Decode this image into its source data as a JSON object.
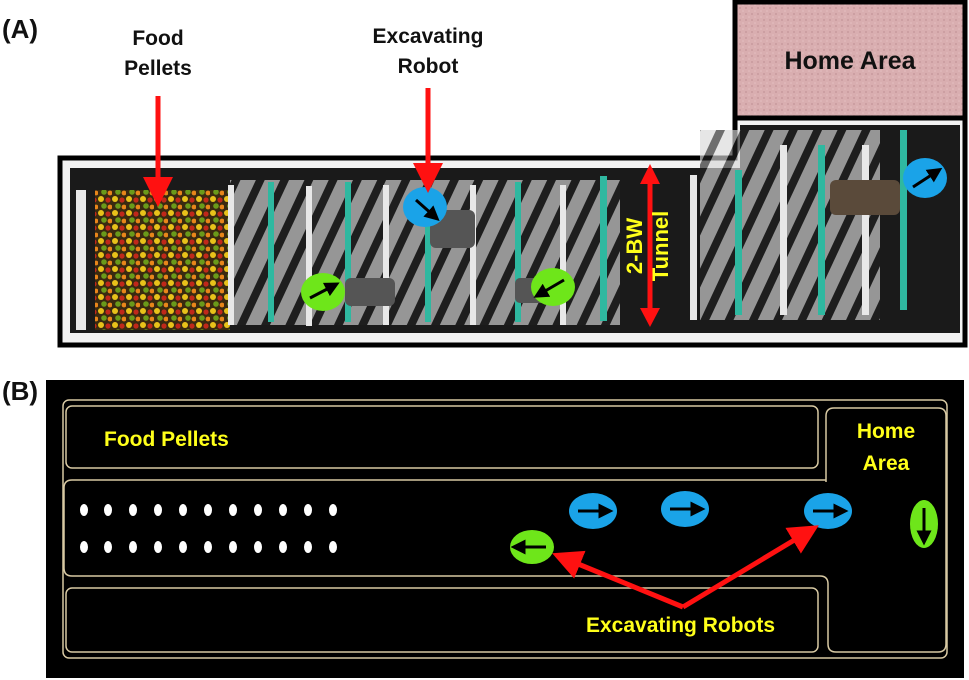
{
  "panel_a": {
    "tag": "(A)",
    "food_label_line1": "Food",
    "food_label_line2": "Pellets",
    "robot_label_line1": "Excavating",
    "robot_label_line2": "Robot",
    "home_label": "Home Area",
    "tunnel_label_line1": "2-BW",
    "tunnel_label_line2": "Tunnel"
  },
  "panel_b": {
    "tag": "(B)",
    "food_label": "Food Pellets",
    "home_label_line1": "Home",
    "home_label_line2": "Area",
    "robots_label": "Excavating Robots"
  },
  "colors": {
    "arrow_red": "#ff1111",
    "robot_blue": "#1aa3e8",
    "robot_green": "#6ee61a",
    "label_yellow": "#ffff1a",
    "home_pink": "#d9aeb0",
    "panel_b_bg": "#000000",
    "outline_tan": "#d8c9a3"
  }
}
